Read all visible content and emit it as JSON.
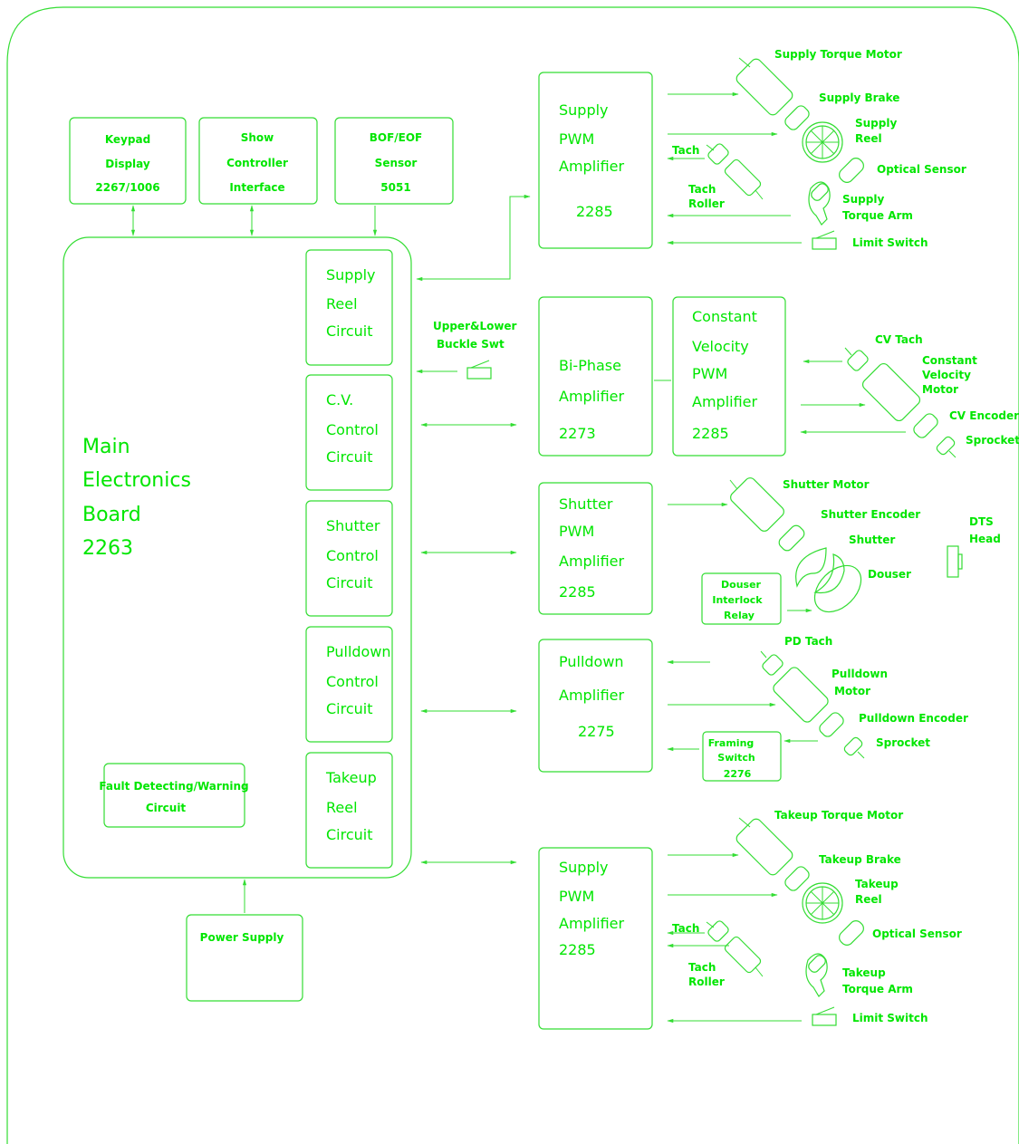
{
  "colors": {
    "line": "#33dd33",
    "text": "#00e600",
    "background": "#ffffff"
  },
  "boxes": {
    "keypad": [
      "Keypad",
      "Display",
      "2267/1006"
    ],
    "show": [
      "Show",
      "Controller",
      "Interface"
    ],
    "bof": [
      "BOF/EOF",
      "Sensor",
      "5051"
    ],
    "main": [
      "Main",
      "Electronics",
      "Board",
      "2263"
    ],
    "supply_reel_circuit": [
      "Supply",
      "Reel",
      "Circuit"
    ],
    "cv_circuit": [
      "C.V.",
      "Control",
      "Circuit"
    ],
    "shutter_circuit": [
      "Shutter",
      "Control",
      "Circuit"
    ],
    "pulldown_circuit": [
      "Pulldown",
      "Control",
      "Circuit"
    ],
    "takeup_circuit": [
      "Takeup",
      "Reel",
      "Circuit"
    ],
    "fault": [
      "Fault Detecting/Warning",
      "Circuit"
    ],
    "power": [
      "Power Supply"
    ],
    "supply_pwm_top": [
      "Supply",
      "PWM",
      "Amplifier",
      "2285"
    ],
    "biphase": [
      "Bi-Phase",
      "Amplifier",
      "2273"
    ],
    "cv_pwm": [
      "Constant",
      "Velocity",
      "PWM",
      "Amplifier",
      "2285"
    ],
    "shutter_pwm": [
      "Shutter",
      "PWM",
      "Amplifier",
      "2285"
    ],
    "pulldown_amp": [
      "Pulldown",
      "Amplifier",
      "2275"
    ],
    "supply_pwm_bottom": [
      "Supply",
      "PWM",
      "Amplifier",
      "2285"
    ],
    "douser_relay": [
      "Douser",
      "Interlock",
      "Relay"
    ],
    "framing_switch": [
      "Framing",
      "Switch",
      "2276"
    ]
  },
  "labels": {
    "supply_torque_motor": "Supply Torque Motor",
    "supply_brake": "Supply Brake",
    "supply_reel": [
      "Supply",
      "Reel"
    ],
    "tach_top": "Tach",
    "optical_sensor_top": "Optical Sensor",
    "tach_roller_top": [
      "Tach",
      "Roller"
    ],
    "supply_torque_arm": [
      "Supply",
      "Torque Arm"
    ],
    "limit_switch_top": "Limit Switch",
    "upper_lower": [
      "Upper&Lower",
      "Buckle Swt"
    ],
    "cv_tach": "CV Tach",
    "cv_motor": [
      "Constant",
      "Velocity",
      "Motor"
    ],
    "cv_encoder": "CV Encoder",
    "sprocket_cv": "Sprocket",
    "shutter_motor": "Shutter Motor",
    "shutter_encoder": "Shutter Encoder",
    "shutter": "Shutter",
    "douser": "Douser",
    "dts_head": [
      "DTS",
      "Head"
    ],
    "pd_tach": "PD Tach",
    "pulldown_motor": [
      "Pulldown",
      "Motor"
    ],
    "pulldown_encoder": "Pulldown Encoder",
    "sprocket_pd": "Sprocket",
    "takeup_torque_motor": "Takeup Torque Motor",
    "takeup_brake": "Takeup Brake",
    "takeup_reel": [
      "Takeup",
      "Reel"
    ],
    "tach_bottom": "Tach",
    "optical_sensor_bottom": "Optical Sensor",
    "tach_roller_bottom": [
      "Tach",
      "Roller"
    ],
    "takeup_torque_arm": [
      "Takeup",
      "Torque Arm"
    ],
    "limit_switch_bottom": "Limit Switch"
  }
}
